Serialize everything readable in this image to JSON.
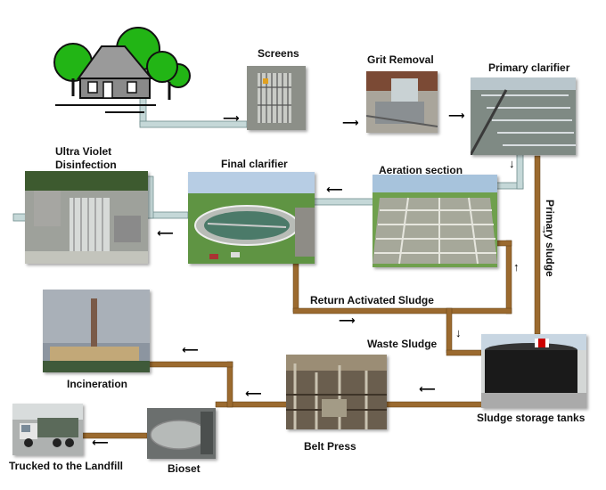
{
  "stages": {
    "screens": "Screens",
    "grit_removal": "Grit Removal",
    "primary_clarifier": "Primary clarifier",
    "aeration_section": "Aeration section",
    "final_clarifier": "Final clarifier",
    "uv_line1": "Ultra Violet",
    "uv_line2": "Disinfection",
    "primary_sludge": "Primary sludge",
    "return_activated_sludge": "Return Activated Sludge",
    "waste_sludge": "Waste Sludge",
    "sludge_storage_tanks": "Sludge storage tanks",
    "belt_press": "Belt Press",
    "incineration": "Incineration",
    "bioset": "Bioset",
    "trucked_to_landfill": "Trucked to the Landfill"
  },
  "colors": {
    "water_pipe": "#c5d8d8",
    "sludge_pipe": "#9b6a2f",
    "tree_green": "#22b515",
    "house_gray": "#8a8a8a"
  }
}
